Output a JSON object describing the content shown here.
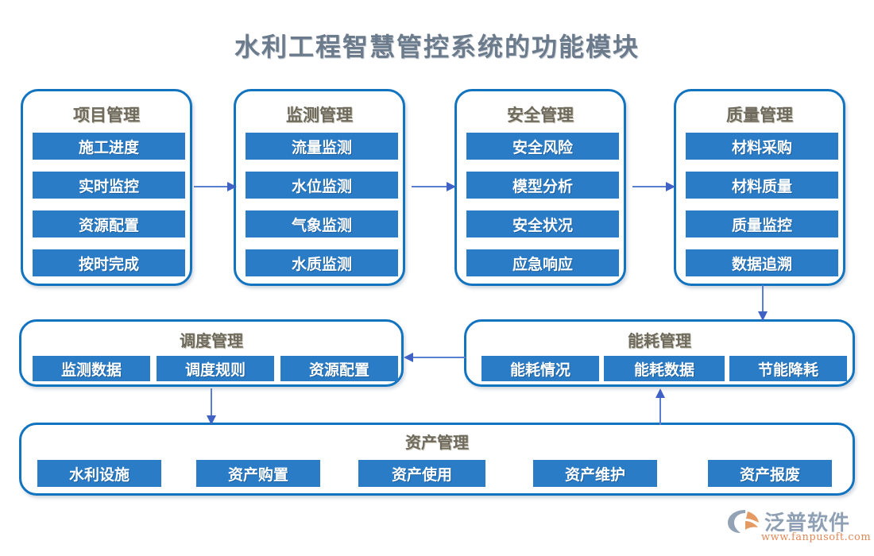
{
  "page": {
    "title": "水利工程智慧管控系统的功能模块",
    "background_color": "#ffffff",
    "title_color": "#6b7b8c",
    "box_border_color": "#1273bf",
    "item_fill_color": "#2a7cc7",
    "item_text_color": "#ffffff",
    "group_title_color": "#6e6b5e",
    "arrow_color": "#5b7fd0"
  },
  "groups": {
    "project": {
      "title": "项目管理",
      "items": [
        "施工进度",
        "实时监控",
        "资源配置",
        "按时完成"
      ]
    },
    "monitor": {
      "title": "监测管理",
      "items": [
        "流量监测",
        "水位监测",
        "气象监测",
        "水质监测"
      ]
    },
    "safety": {
      "title": "安全管理",
      "items": [
        "安全风险",
        "模型分析",
        "安全状况",
        "应急响应"
      ]
    },
    "quality": {
      "title": "质量管理",
      "items": [
        "材料采购",
        "材料质量",
        "质量监控",
        "数据追溯"
      ]
    },
    "dispatch": {
      "title": "调度管理",
      "items": [
        "监测数据",
        "调度规则",
        "资源配置"
      ]
    },
    "energy": {
      "title": "能耗管理",
      "items": [
        "能耗情况",
        "能耗数据",
        "节能降耗"
      ]
    },
    "asset": {
      "title": "资产管理",
      "items": [
        "水利设施",
        "资产购置",
        "资产使用",
        "资产维护",
        "资产报废"
      ]
    }
  },
  "connectors": [
    {
      "name": "project-to-monitor",
      "direction": "right"
    },
    {
      "name": "monitor-to-safety",
      "direction": "right"
    },
    {
      "name": "safety-to-quality",
      "direction": "right"
    },
    {
      "name": "quality-to-energy",
      "direction": "down"
    },
    {
      "name": "energy-to-dispatch",
      "direction": "left"
    },
    {
      "name": "dispatch-to-asset",
      "direction": "down"
    },
    {
      "name": "asset-to-energy",
      "direction": "up"
    }
  ],
  "brand": {
    "name": "泛普软件",
    "url": "www.fanpusoft.com",
    "mark_colors": {
      "swoosh": "#93a3b5",
      "accent": "#e59a63"
    }
  }
}
